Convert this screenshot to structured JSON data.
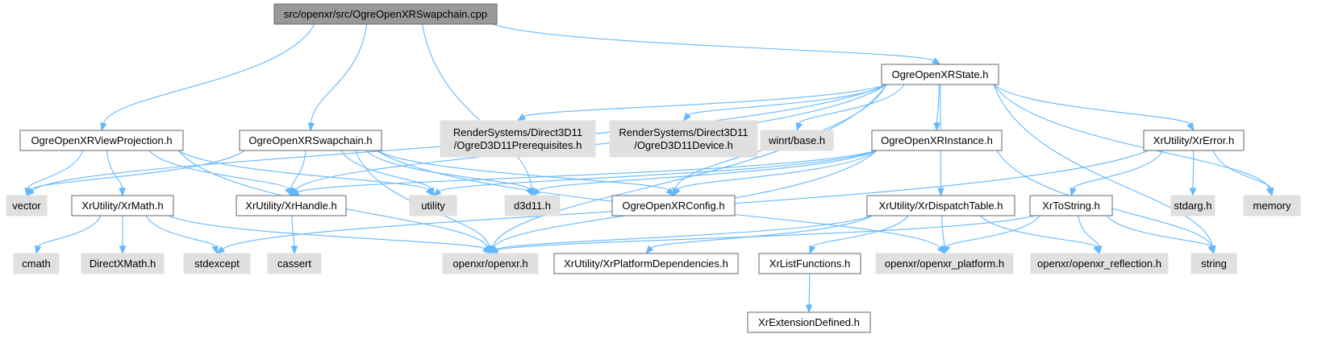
{
  "colors": {
    "root_fill": "#999999",
    "root_stroke": "#666666",
    "file_fill": "#ffffff",
    "file_stroke": "#666666",
    "external_fill": "#e0e0e0",
    "external_stroke": "#e0e0e0",
    "edge": "#63b8ff"
  },
  "nodes": [
    {
      "id": "root",
      "kind": "root",
      "lines": [
        "src/openxr/src/OgreOpenXRSwapchain.cpp"
      ]
    },
    {
      "id": "state",
      "kind": "file",
      "lines": [
        "OgreOpenXRState.h"
      ]
    },
    {
      "id": "viewproj",
      "kind": "file",
      "lines": [
        "OgreOpenXRViewProjection.h"
      ]
    },
    {
      "id": "swapchain",
      "kind": "file",
      "lines": [
        "OgreOpenXRSwapchain.h"
      ]
    },
    {
      "id": "d3d11prereq",
      "kind": "external",
      "lines": [
        "RenderSystems/Direct3D11",
        "/OgreD3D11Prerequisites.h"
      ]
    },
    {
      "id": "d3d11device",
      "kind": "external",
      "lines": [
        "RenderSystems/Direct3D11",
        "/OgreD3D11Device.h"
      ]
    },
    {
      "id": "winrt",
      "kind": "external",
      "lines": [
        "winrt/base.h"
      ]
    },
    {
      "id": "instance",
      "kind": "file",
      "lines": [
        "OgreOpenXRInstance.h"
      ]
    },
    {
      "id": "xrerror",
      "kind": "file",
      "lines": [
        "XrUtility/XrError.h"
      ]
    },
    {
      "id": "vector",
      "kind": "external",
      "lines": [
        "vector"
      ]
    },
    {
      "id": "xrmath",
      "kind": "file",
      "lines": [
        "XrUtility/XrMath.h"
      ]
    },
    {
      "id": "xrhandle",
      "kind": "file",
      "lines": [
        "XrUtility/XrHandle.h"
      ]
    },
    {
      "id": "utility",
      "kind": "external",
      "lines": [
        "utility"
      ]
    },
    {
      "id": "d3d11",
      "kind": "external",
      "lines": [
        "d3d11.h"
      ]
    },
    {
      "id": "config",
      "kind": "file",
      "lines": [
        "OgreOpenXRConfig.h"
      ]
    },
    {
      "id": "dispatch",
      "kind": "file",
      "lines": [
        "XrUtility/XrDispatchTable.h"
      ]
    },
    {
      "id": "tostring",
      "kind": "file",
      "lines": [
        "XrToString.h"
      ]
    },
    {
      "id": "stdarg",
      "kind": "external",
      "lines": [
        "stdarg.h"
      ]
    },
    {
      "id": "memory",
      "kind": "external",
      "lines": [
        "memory"
      ]
    },
    {
      "id": "cmath",
      "kind": "external",
      "lines": [
        "cmath"
      ]
    },
    {
      "id": "directxmath",
      "kind": "external",
      "lines": [
        "DirectXMath.h"
      ]
    },
    {
      "id": "stdexcept",
      "kind": "external",
      "lines": [
        "stdexcept"
      ]
    },
    {
      "id": "cassert",
      "kind": "external",
      "lines": [
        "cassert"
      ]
    },
    {
      "id": "openxr",
      "kind": "external",
      "lines": [
        "openxr/openxr.h"
      ]
    },
    {
      "id": "platformdeps",
      "kind": "file",
      "lines": [
        "XrUtility/XrPlatformDependencies.h"
      ]
    },
    {
      "id": "listfunctions",
      "kind": "file",
      "lines": [
        "XrListFunctions.h"
      ]
    },
    {
      "id": "platform",
      "kind": "external",
      "lines": [
        "openxr/openxr_platform.h"
      ]
    },
    {
      "id": "reflection",
      "kind": "external",
      "lines": [
        "openxr/openxr_reflection.h"
      ]
    },
    {
      "id": "string",
      "kind": "external",
      "lines": [
        "string"
      ]
    },
    {
      "id": "extdefined",
      "kind": "file",
      "lines": [
        "XrExtensionDefined.h"
      ]
    }
  ],
  "edges": [
    [
      "root",
      "state"
    ],
    [
      "root",
      "viewproj"
    ],
    [
      "root",
      "swapchain"
    ],
    [
      "root",
      "d3d11"
    ],
    [
      "state",
      "vector"
    ],
    [
      "state",
      "d3d11prereq"
    ],
    [
      "state",
      "d3d11device"
    ],
    [
      "state",
      "winrt"
    ],
    [
      "state",
      "instance"
    ],
    [
      "state",
      "xrerror"
    ],
    [
      "state",
      "xrhandle"
    ],
    [
      "state",
      "config"
    ],
    [
      "state",
      "dispatch"
    ],
    [
      "state",
      "memory"
    ],
    [
      "state",
      "string"
    ],
    [
      "state",
      "openxr"
    ],
    [
      "viewproj",
      "vector"
    ],
    [
      "viewproj",
      "xrmath"
    ],
    [
      "viewproj",
      "xrhandle"
    ],
    [
      "viewproj",
      "utility"
    ],
    [
      "viewproj",
      "openxr"
    ],
    [
      "swapchain",
      "vector"
    ],
    [
      "swapchain",
      "xrhandle"
    ],
    [
      "swapchain",
      "utility"
    ],
    [
      "swapchain",
      "d3d11"
    ],
    [
      "swapchain",
      "config"
    ],
    [
      "swapchain",
      "openxr"
    ],
    [
      "swapchain",
      "platform"
    ],
    [
      "instance",
      "xrhandle"
    ],
    [
      "instance",
      "utility"
    ],
    [
      "instance",
      "d3d11"
    ],
    [
      "instance",
      "config"
    ],
    [
      "instance",
      "openxr"
    ],
    [
      "instance",
      "string"
    ],
    [
      "xrerror",
      "tostring"
    ],
    [
      "xrerror",
      "stdarg"
    ],
    [
      "xrerror",
      "memory"
    ],
    [
      "xrerror",
      "stdexcept"
    ],
    [
      "xrmath",
      "cmath"
    ],
    [
      "xrmath",
      "directxmath"
    ],
    [
      "xrmath",
      "stdexcept"
    ],
    [
      "xrmath",
      "openxr"
    ],
    [
      "xrhandle",
      "cassert"
    ],
    [
      "dispatch",
      "openxr"
    ],
    [
      "dispatch",
      "platformdeps"
    ],
    [
      "dispatch",
      "listfunctions"
    ],
    [
      "dispatch",
      "platform"
    ],
    [
      "dispatch",
      "reflection"
    ],
    [
      "tostring",
      "openxr"
    ],
    [
      "tostring",
      "platform"
    ],
    [
      "tostring",
      "reflection"
    ],
    [
      "tostring",
      "string"
    ],
    [
      "listfunctions",
      "extdefined"
    ]
  ]
}
